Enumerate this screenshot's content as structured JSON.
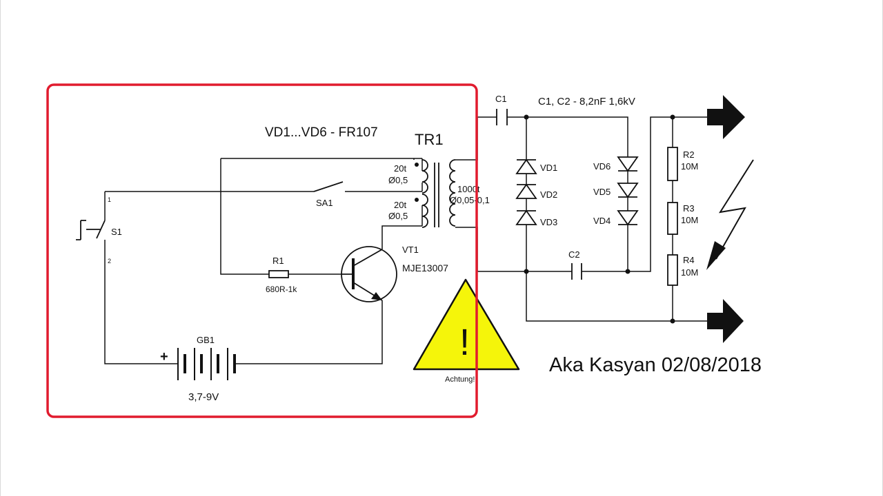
{
  "colors": {
    "highlight_box": "#e11b2e",
    "warning_fill": "#f5f50a",
    "ink": "#111111"
  },
  "transformer": {
    "title": "TR1",
    "primary_upper_turns": "20t",
    "primary_upper_wire": "Ø0,5",
    "primary_lower_turns": "20t",
    "primary_lower_wire": "Ø0,5",
    "secondary_turns": "1000t",
    "secondary_wire": "Ø0,05-0,1"
  },
  "diodes_note": "VD1...VD6 - FR107",
  "capacitors_note": "C1, C2 - 8,2nF 1,6kV",
  "switches": {
    "sa1": "SA1",
    "s1": "S1",
    "s1_pin1": "1",
    "s1_pin2": "2"
  },
  "resistor_r1": {
    "ref": "R1",
    "value": "680R-1k"
  },
  "transistor": {
    "ref": "VT1",
    "part": "MJE13007"
  },
  "battery": {
    "ref": "GB1",
    "voltage": "3,7-9V",
    "plus": "+"
  },
  "capacitors": {
    "c1": "C1",
    "c2": "C2"
  },
  "diodes": [
    "VD1",
    "VD2",
    "VD3",
    "VD4",
    "VD5",
    "VD6"
  ],
  "output_resistors": [
    {
      "ref": "R2",
      "value": "10M"
    },
    {
      "ref": "R3",
      "value": "10M"
    },
    {
      "ref": "R4",
      "value": "10M"
    }
  ],
  "warning": {
    "symbol": "!",
    "caption": "Achtung!"
  },
  "author_credit": "Aka Kasyan 02/08/2018"
}
